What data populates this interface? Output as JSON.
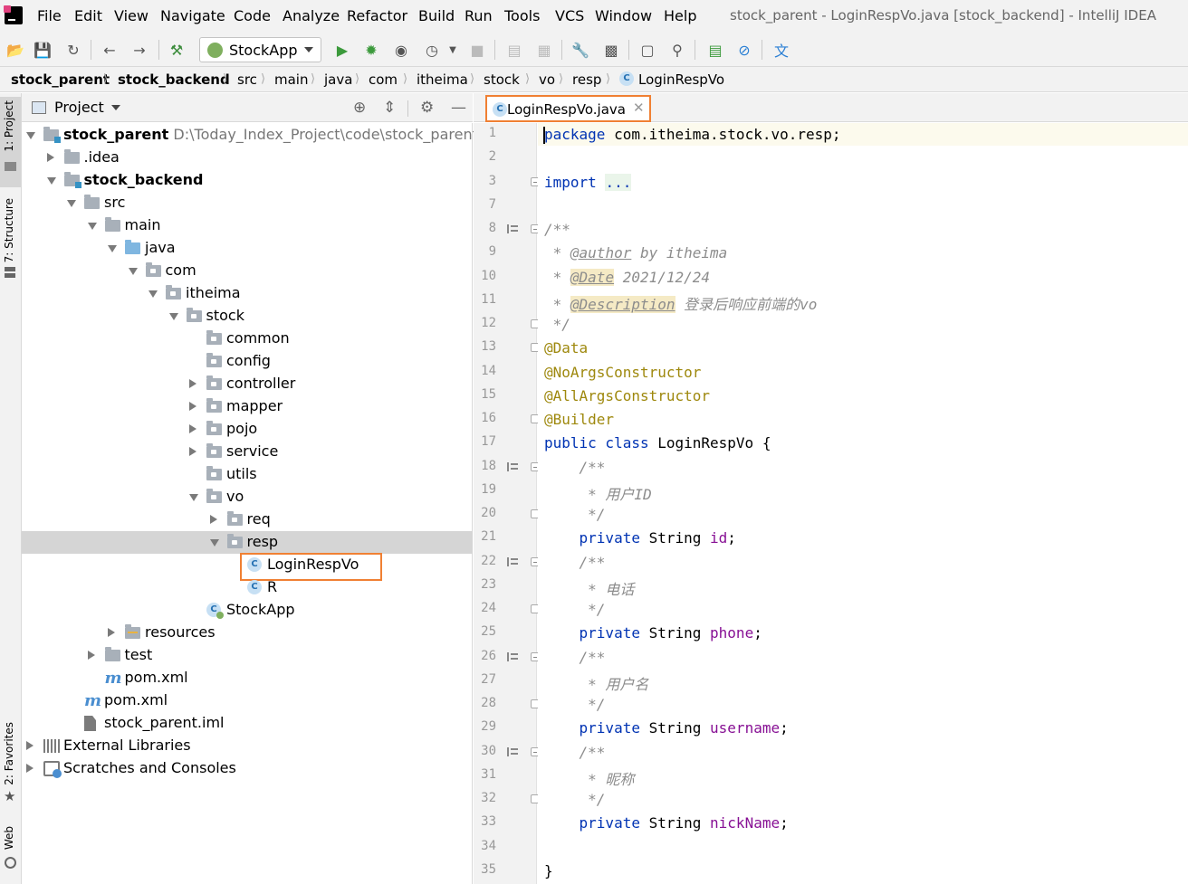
{
  "menu": {
    "items": [
      "File",
      "Edit",
      "View",
      "Navigate",
      "Code",
      "Analyze",
      "Refactor",
      "Build",
      "Run",
      "Tools",
      "VCS",
      "Window",
      "Help"
    ],
    "window_title": "stock_parent - LoginRespVo.java [stock_backend] - IntelliJ IDEA"
  },
  "toolbar": {
    "run_config": "StockApp",
    "icons": [
      "open-icon",
      "save-icon",
      "sync-icon",
      "back-icon",
      "forward-icon",
      "build-hammer-icon",
      "run-icon",
      "debug-icon",
      "coverage-icon",
      "profile-icon",
      "stop-icon",
      "attach-icon",
      "settings-icon",
      "project-structure-icon",
      "terminal-icon",
      "search-icon",
      "plugin-icon",
      "no-icon",
      "translate-icon"
    ]
  },
  "breadcrumb": [
    "stock_parent",
    "stock_backend",
    "src",
    "main",
    "java",
    "com",
    "itheima",
    "stock",
    "vo",
    "resp",
    "LoginRespVo"
  ],
  "left_strip": {
    "project_tab": "1: Project",
    "structure_tab": "7: Structure",
    "favorites_tab": "2: Favorites",
    "web_tab": "Web"
  },
  "project_panel": {
    "title": "Project",
    "tree": [
      {
        "label": "stock_parent",
        "path": "D:\\Today_Index_Project\\code\\stock_parent",
        "depth": 0,
        "expand": "open",
        "icon": "module",
        "bold": true
      },
      {
        "label": ".idea",
        "depth": 1,
        "expand": "closed",
        "icon": "folder"
      },
      {
        "label": "stock_backend",
        "depth": 1,
        "expand": "open",
        "icon": "module",
        "bold": true
      },
      {
        "label": "src",
        "depth": 2,
        "expand": "open",
        "icon": "folder"
      },
      {
        "label": "main",
        "depth": 3,
        "expand": "open",
        "icon": "folder"
      },
      {
        "label": "java",
        "depth": 4,
        "expand": "open",
        "icon": "source"
      },
      {
        "label": "com",
        "depth": 5,
        "expand": "open",
        "icon": "package"
      },
      {
        "label": "itheima",
        "depth": 6,
        "expand": "open",
        "icon": "package"
      },
      {
        "label": "stock",
        "depth": 7,
        "expand": "open",
        "icon": "package"
      },
      {
        "label": "common",
        "depth": 8,
        "expand": "none",
        "icon": "package"
      },
      {
        "label": "config",
        "depth": 8,
        "expand": "none",
        "icon": "package"
      },
      {
        "label": "controller",
        "depth": 8,
        "expand": "closed",
        "icon": "package"
      },
      {
        "label": "mapper",
        "depth": 8,
        "expand": "closed",
        "icon": "package"
      },
      {
        "label": "pojo",
        "depth": 8,
        "expand": "closed",
        "icon": "package"
      },
      {
        "label": "service",
        "depth": 8,
        "expand": "closed",
        "icon": "package"
      },
      {
        "label": "utils",
        "depth": 8,
        "expand": "none",
        "icon": "package"
      },
      {
        "label": "vo",
        "depth": 8,
        "expand": "open",
        "icon": "package"
      },
      {
        "label": "req",
        "depth": 9,
        "expand": "closed",
        "icon": "package"
      },
      {
        "label": "resp",
        "depth": 9,
        "expand": "open",
        "icon": "package",
        "selected": true
      },
      {
        "label": "LoginRespVo",
        "depth": 10,
        "expand": "none",
        "icon": "class",
        "highlight": true
      },
      {
        "label": "R",
        "depth": 10,
        "expand": "none",
        "icon": "class"
      },
      {
        "label": "StockApp",
        "depth": 8,
        "expand": "none",
        "icon": "app"
      },
      {
        "label": "resources",
        "depth": 4,
        "expand": "closed",
        "icon": "resources"
      },
      {
        "label": "test",
        "depth": 3,
        "expand": "closed",
        "icon": "folder"
      },
      {
        "label": "pom.xml",
        "depth": 3,
        "expand": "none",
        "icon": "maven"
      },
      {
        "label": "pom.xml",
        "depth": 2,
        "expand": "none",
        "icon": "maven"
      },
      {
        "label": "stock_parent.iml",
        "depth": 2,
        "expand": "none",
        "icon": "file"
      },
      {
        "label": "External Libraries",
        "depth": 0,
        "expand": "closed",
        "icon": "library"
      },
      {
        "label": "Scratches and Consoles",
        "depth": 0,
        "expand": "closed",
        "icon": "scratch"
      }
    ]
  },
  "editor": {
    "tab_label": "LoginRespVo.java",
    "line_numbers": [
      "1",
      "2",
      "3",
      "7",
      "8",
      "9",
      "10",
      "11",
      "12",
      "13",
      "14",
      "15",
      "16",
      "17",
      "18",
      "19",
      "20",
      "21",
      "22",
      "23",
      "24",
      "25",
      "26",
      "27",
      "28",
      "29",
      "30",
      "31",
      "32",
      "33",
      "34",
      "35"
    ],
    "code": {
      "l1_kw": "package",
      "l1_rest": " com.itheima.stock.vo.resp;",
      "l3_kw": "import",
      "l3_fold": "...",
      "l8": "/**",
      "l9_pre": " * ",
      "l9_tag": "@author",
      "l9_text": " by itheima",
      "l10_pre": " * ",
      "l10_tag": "@Date",
      "l10_text": " 2021/12/24",
      "l11_pre": " * ",
      "l11_tag": "@Description",
      "l11_text": " 登录后响应前端的vo",
      "l12": " */",
      "l13": "@Data",
      "l14": "@NoArgsConstructor",
      "l15": "@AllArgsConstructor",
      "l16": "@Builder",
      "l17_kw": "public class",
      "l17_rest": " LoginRespVo {",
      "l18": "    /**",
      "l19": "     * 用户ID",
      "l20": "     */",
      "l21_kw": "    private",
      "l21_type": " String ",
      "l21_field": "id",
      "l22": "    /**",
      "l23": "     * 电话",
      "l24": "     */",
      "l25_kw": "    private",
      "l25_type": " String ",
      "l25_field": "phone",
      "l26": "    /**",
      "l27": "     * 用户名",
      "l28": "     */",
      "l29_kw": "    private",
      "l29_type": " String ",
      "l29_field": "username",
      "l30": "    /**",
      "l31": "     * 昵称",
      "l32": "     */",
      "l33_kw": "    private",
      "l33_type": " String ",
      "l33_field": "nickName",
      "semicolon": ";",
      "l35": "}"
    }
  },
  "colors": {
    "keyword": "#0033b3",
    "annotation": "#9e880d",
    "comment": "#8c8c8c",
    "field": "#871094",
    "highlight_border": "#f08033"
  }
}
